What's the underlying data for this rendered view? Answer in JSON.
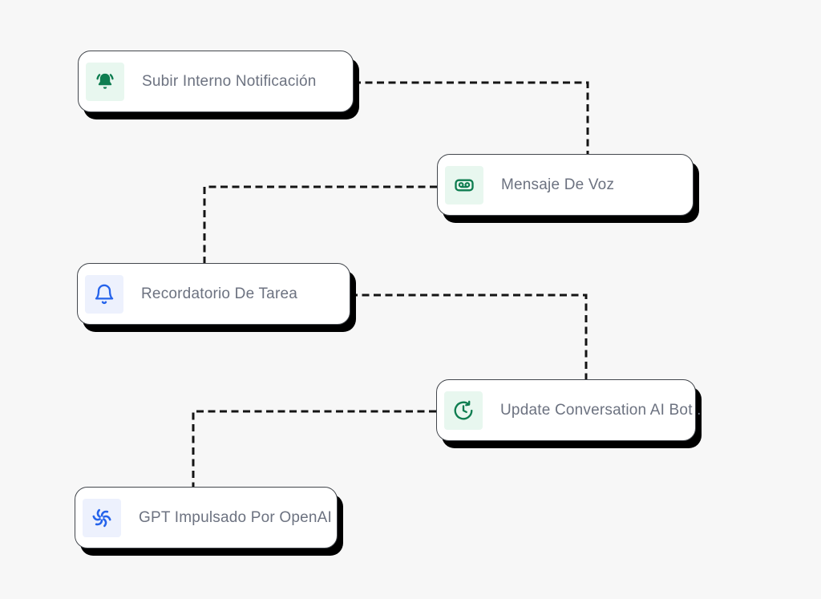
{
  "colors": {
    "page_bg": "#f7f7f7",
    "card_bg": "#ffffff",
    "card_border": "#43474d",
    "card_shadow": "#000000",
    "label_text": "#6c7280",
    "connector": "#141414",
    "green_icon": "#0e7d50",
    "green_icon_bg": "#e8f7ef",
    "blue_icon": "#2563eb",
    "blue_icon_bg": "#edf1fd"
  },
  "nodes": [
    {
      "label": "Subir Interno Notificación",
      "icon": "bell-ring-icon",
      "icon_theme": "green"
    },
    {
      "label": "Mensaje De Voz",
      "icon": "voicemail-icon",
      "icon_theme": "green"
    },
    {
      "label": "Recordatorio De Tarea",
      "icon": "bell-icon",
      "icon_theme": "blue"
    },
    {
      "label": "Update Conversation AI Bot .",
      "icon": "clock-refresh-icon",
      "icon_theme": "green"
    },
    {
      "label": "GPT Impulsado Por OpenAI",
      "icon": "openai-icon",
      "icon_theme": "blue"
    }
  ],
  "connections": [
    {
      "from": "Subir Interno Notificación",
      "to": "Mensaje De Voz",
      "style": "dashed"
    },
    {
      "from": "Mensaje De Voz",
      "to": "Recordatorio De Tarea",
      "style": "dashed"
    },
    {
      "from": "Recordatorio De Tarea",
      "to": "Update Conversation AI Bot .",
      "style": "dashed"
    },
    {
      "from": "Update Conversation AI Bot .",
      "to": "GPT Impulsado Por OpenAI",
      "style": "dashed"
    }
  ]
}
